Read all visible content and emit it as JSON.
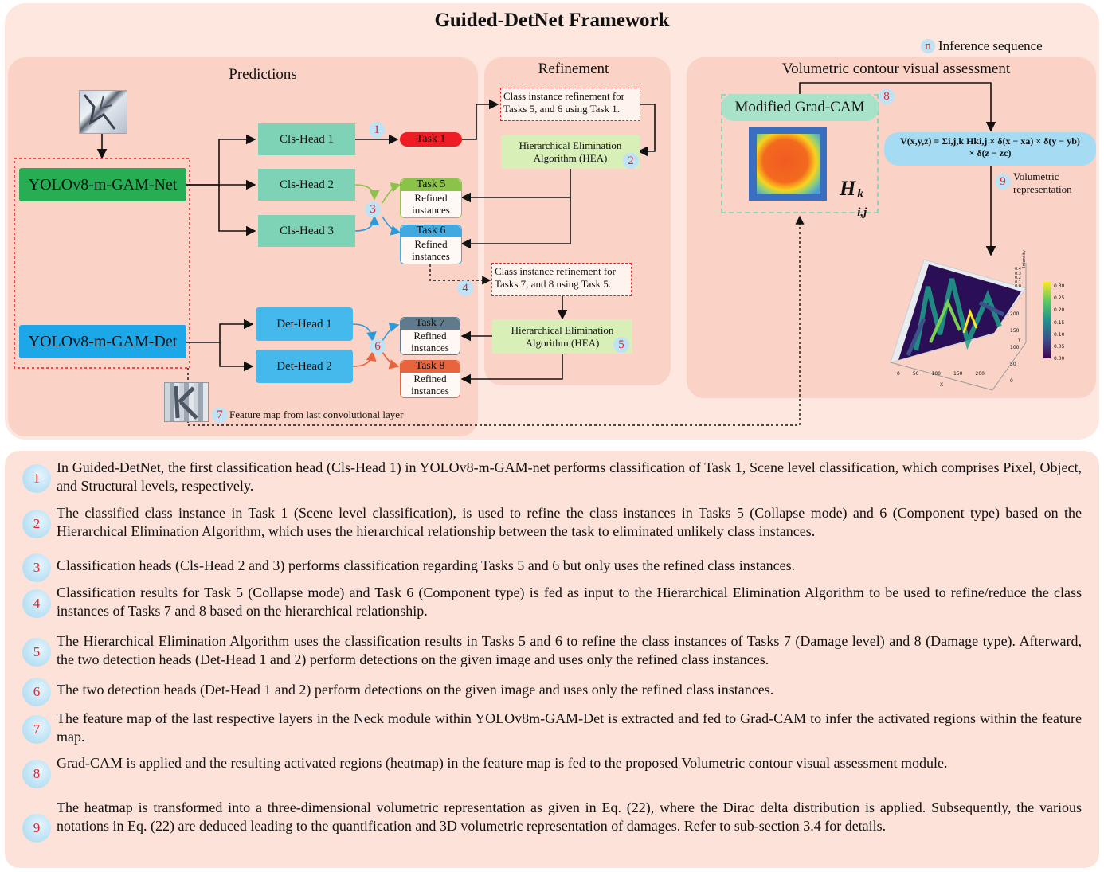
{
  "title": "Guided-DetNet Framework",
  "legend": {
    "marker": "n",
    "text": "Inference sequence"
  },
  "panels": {
    "predictions": "Predictions",
    "refinement": "Refinement",
    "volumetric": "Volumetric contour visual assessment"
  },
  "models": {
    "net": "YOLOv8-m-GAM-Net",
    "det": "YOLOv8-m-GAM-Det"
  },
  "heads": {
    "cls1": "Cls-Head 1",
    "cls2": "Cls-Head 2",
    "cls3": "Cls-Head 3",
    "det1": "Det-Head 1",
    "det2": "Det-Head 2"
  },
  "tasks": {
    "t1": "Task 1",
    "t5": "Task 5",
    "t6": "Task 6",
    "t7": "Task 7",
    "t8": "Task 8",
    "refined": "Refined",
    "instances": "instances"
  },
  "refine": {
    "box1": "Class instance refinement for Tasks 5, and 6 using Task 1.",
    "box2": "Class instance refinement for Tasks 7, and 8 using Task 5.",
    "hea1": "Hierarchical Elimination Algorithm (HEA)",
    "hea2": "Hierarchical Elimination Algorithm (HEA)"
  },
  "volumetric": {
    "gradcam": "Modified Grad-CAM",
    "hmap_symbol": "H",
    "hmap_sup": "k",
    "hmap_sub": "i,j",
    "formula_line1": "V(x,y,z) = Σi,j,k Hki,j × δ(x − xa) × δ(y − yb)",
    "formula_line2": "× δ(z − zc)",
    "vol_label": "Volumetric representation",
    "colorbar_ticks": [
      "0.30",
      "0.25",
      "0.20",
      "0.15",
      "0.10",
      "0.05",
      "0.00"
    ],
    "x_ticks": [
      "0",
      "50",
      "100",
      "150",
      "200"
    ],
    "y_ticks": [
      "200",
      "150",
      "100",
      "50",
      "0"
    ],
    "z_ticks": [
      "0.4",
      "0.3",
      "0.2",
      "0.1",
      "0.0"
    ],
    "x_label": "X",
    "y_label": "Y",
    "z_label": "Intensity"
  },
  "feature_map_label": "Feature map from last convolutional layer",
  "steps": {
    "n1": "1",
    "n2": "2",
    "n3": "3",
    "n4": "4",
    "n5": "5",
    "n6": "6",
    "n7": "7",
    "n8": "8",
    "n9": "9"
  },
  "explanations": [
    {
      "num": "1",
      "text": "In Guided-DetNet, the first classification head (Cls-Head 1) in YOLOv8-m-GAM-net performs classification of Task 1, Scene level classification, which comprises Pixel, Object, and Structural levels, respectively."
    },
    {
      "num": "2",
      "text": "The classified class instance in Task 1 (Scene level classification), is used to refine the class instances in Tasks 5 (Collapse mode) and 6 (Component type) based on the Hierarchical Elimination Algorithm, which uses the hierarchical relationship between the task to eliminated unlikely class instances."
    },
    {
      "num": "3",
      "text": "Classification heads (Cls-Head 2 and 3) performs classification regarding Tasks 5 and 6 but only uses the refined class instances."
    },
    {
      "num": "4",
      "text": "Classification results for Task 5 (Collapse mode) and Task 6 (Component type) is fed as input to the Hierarchical Elimination Algorithm to be used to refine/reduce the class instances of Tasks 7 and 8 based on the hierarchical relationship."
    },
    {
      "num": "5",
      "text": "The Hierarchical Elimination Algorithm uses the classification results in Tasks 5 and 6 to refine the class instances of Tasks 7 (Damage level) and 8 (Damage type). Afterward, the two detection heads (Det-Head 1 and 2) perform detections on the given image and uses only the refined class instances."
    },
    {
      "num": "6",
      "text": "The two detection heads (Det-Head 1 and 2) perform detections on the given image and uses only the refined class instances."
    },
    {
      "num": "7",
      "text": "The feature map of the last respective layers in the Neck module within YOLOv8m-GAM-Det is extracted and fed to Grad-CAM to infer the activated regions within the feature map."
    },
    {
      "num": "8",
      "text": "Grad-CAM is applied and the resulting activated regions (heatmap) in the feature map is fed to the proposed Volumetric contour visual assessment module."
    },
    {
      "num": "9",
      "text": "The heatmap is transformed into a three-dimensional volumetric representation as given in Eq. (22), where the Dirac delta distribution is applied. Subsequently, the various notations in Eq. (22) are deduced leading to the quantification and 3D volumetric representation of damages. Refer to sub-section 3.4 for details."
    }
  ],
  "colors": {
    "panel_bg": "#fbd3c6",
    "outer_bg": "#fde7df",
    "net_green": "#27ae55",
    "det_blue": "#1ca7e8",
    "task1_red": "#ee1c24",
    "task5_green": "#8bc34a",
    "task6_blue": "#3fa9e0",
    "task7_slate": "#5f7a8c",
    "task8_orange": "#e8643c"
  }
}
